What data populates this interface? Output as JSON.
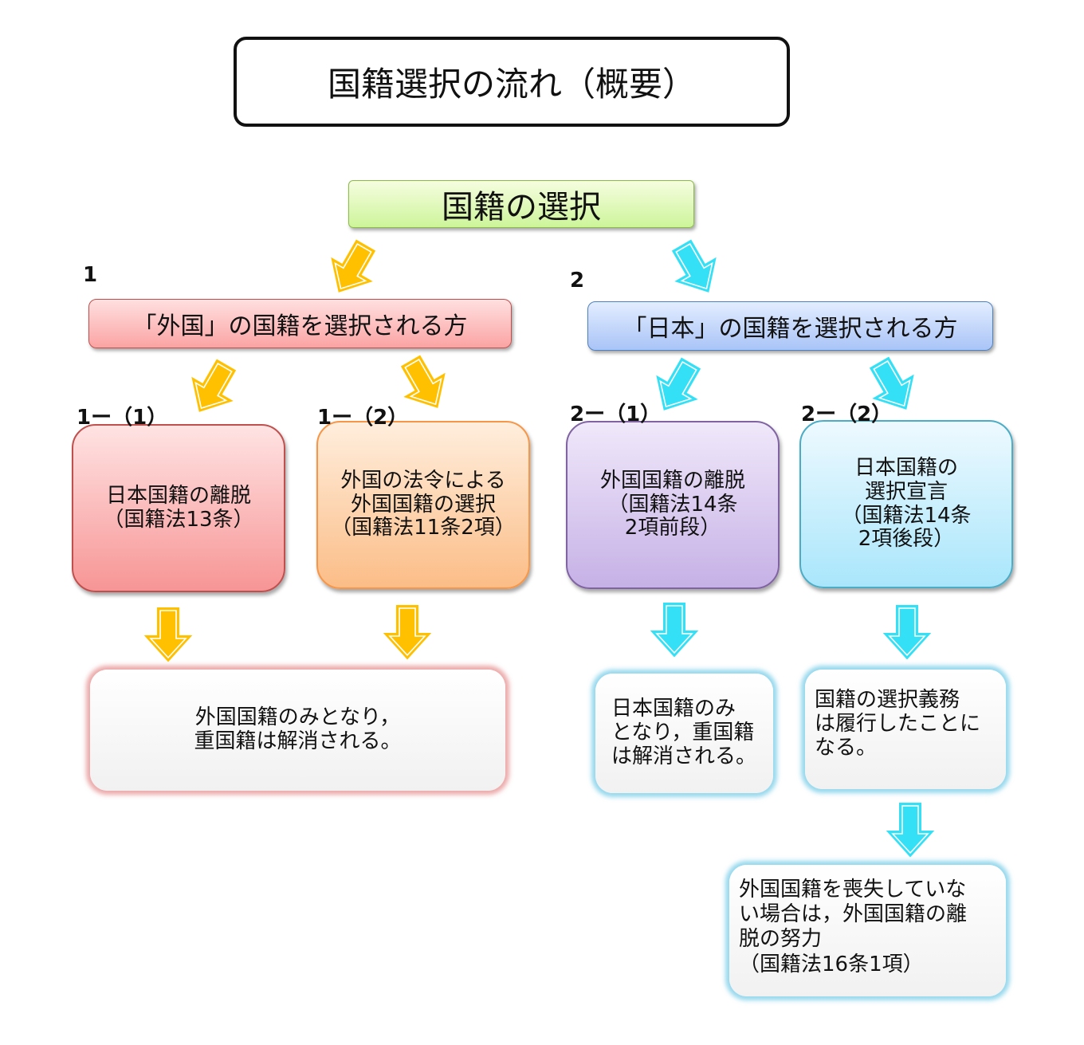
{
  "title": "国籍選択の流れ（概要）",
  "root": "国籍の選択",
  "branch1": {
    "number": "1",
    "heading": "「外国」の国籍を選択される方",
    "sub1": {
      "number": "1ー（1）",
      "lines": [
        "日本国籍の離脱",
        "（国籍法13条）"
      ]
    },
    "sub2": {
      "number": "1ー（2）",
      "lines": [
        "外国の法令による",
        "外国国籍の選択",
        "（国籍法11条2項）"
      ]
    },
    "result": {
      "lines": [
        "外国国籍のみとなり，",
        "重国籍は解消される。"
      ]
    }
  },
  "branch2": {
    "number": "2",
    "heading": "「日本」の国籍を選択される方",
    "sub1": {
      "number": "2ー（1）",
      "lines": [
        "外国国籍の離脱",
        "（国籍法14条",
        "2項前段）"
      ],
      "result": {
        "lines": [
          "日本国籍のみ",
          "となり，重国籍",
          "は解消される。"
        ]
      }
    },
    "sub2": {
      "number": "2ー（2）",
      "lines": [
        "日本国籍の",
        "選択宣言",
        "（国籍法14条",
        "2項後段）"
      ],
      "result": {
        "lines": [
          "国籍の選択義務",
          "は履行したことに",
          "なる。"
        ]
      },
      "followup": {
        "lines": [
          "外国国籍を喪失していな",
          "い場合は，外国国籍の離",
          "脱の努力",
          "（国籍法16条1項）"
        ]
      }
    }
  },
  "colors": {
    "yellow_arrow": "#FFC000",
    "cyan_arrow": "#33E0F5"
  }
}
